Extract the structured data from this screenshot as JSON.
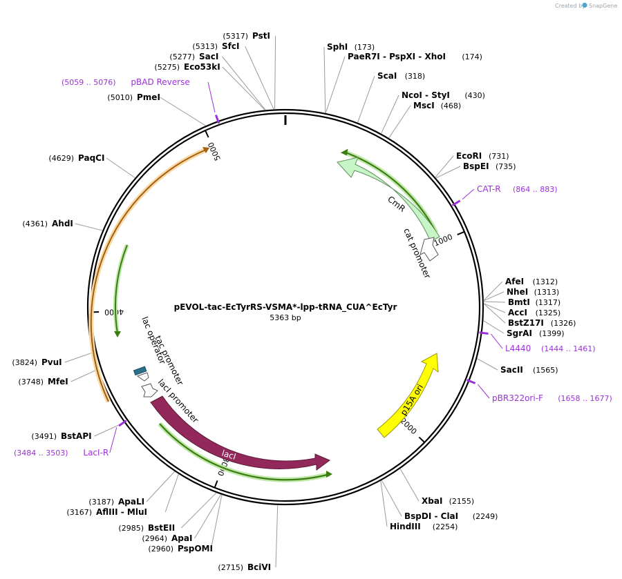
{
  "plasmid": {
    "name": "pEVOL-tac-EcTyrRS-VSMA*-lpp-tRNA_CUA^EcTyr",
    "size_label": "5363 bp",
    "length": 5363
  },
  "credit": {
    "prefix": "Created by",
    "brand": "SnapGene"
  },
  "ticks": [
    {
      "label": "1000",
      "bp": 1000
    },
    {
      "label": "2000",
      "bp": 2000
    },
    {
      "label": "3000",
      "bp": 3000
    },
    {
      "label": "4000",
      "bp": 4000
    },
    {
      "label": "5000",
      "bp": 5000
    }
  ],
  "enzymes": [
    {
      "name": "PstI",
      "pos": "(5317)",
      "bp": 5317
    },
    {
      "name": "SfcI",
      "pos": "(5313)",
      "bp": 5313
    },
    {
      "name": "SacI",
      "pos": "(5277)",
      "bp": 5277
    },
    {
      "name": "Eco53kI",
      "pos": "(5275)",
      "bp": 5275
    },
    {
      "name": "PmeI",
      "pos": "(5010)",
      "bp": 5010
    },
    {
      "name": "PaqCI",
      "pos": "(4629)",
      "bp": 4629
    },
    {
      "name": "AhdI",
      "pos": "(4361)",
      "bp": 4361
    },
    {
      "name": "PvuI",
      "pos": "(3824)",
      "bp": 3824
    },
    {
      "name": "MfeI",
      "pos": "(3748)",
      "bp": 3748
    },
    {
      "name": "BstAPI",
      "pos": "(3491)",
      "bp": 3491
    },
    {
      "name": "ApaLI",
      "pos": "(3187)",
      "bp": 3187
    },
    {
      "name": "AflIII - MluI",
      "pos": "(3167)",
      "bp": 3167
    },
    {
      "name": "BstEII",
      "pos": "(2985)",
      "bp": 2985
    },
    {
      "name": "ApaI",
      "pos": "(2964)",
      "bp": 2964
    },
    {
      "name": "PspOMI",
      "pos": "(2960)",
      "bp": 2960
    },
    {
      "name": "BciVI",
      "pos": "(2715)",
      "bp": 2715
    },
    {
      "name": "HindIII",
      "pos": "(2254)",
      "bp": 2254
    },
    {
      "name": "BspDI - ClaI",
      "pos": "(2249)",
      "bp": 2249
    },
    {
      "name": "XbaI",
      "pos": "(2155)",
      "bp": 2155
    },
    {
      "name": "SacII",
      "pos": "(1565)",
      "bp": 1565
    },
    {
      "name": "SgrAI",
      "pos": "(1399)",
      "bp": 1399
    },
    {
      "name": "BstZ17I",
      "pos": "(1326)",
      "bp": 1326
    },
    {
      "name": "AccI",
      "pos": "(1325)",
      "bp": 1325
    },
    {
      "name": "BmtI",
      "pos": "(1317)",
      "bp": 1317
    },
    {
      "name": "NheI",
      "pos": "(1313)",
      "bp": 1313
    },
    {
      "name": "AfeI",
      "pos": "(1312)",
      "bp": 1312
    },
    {
      "name": "BspEI",
      "pos": "(735)",
      "bp": 735
    },
    {
      "name": "EcoRI",
      "pos": "(731)",
      "bp": 731
    },
    {
      "name": "MscI",
      "pos": "(468)",
      "bp": 468
    },
    {
      "name": "NcoI - StyI",
      "pos": "(430)",
      "bp": 430
    },
    {
      "name": "ScaI",
      "pos": "(318)",
      "bp": 318
    },
    {
      "name": "PaeR7I - PspXI - XhoI",
      "pos": "(174)",
      "bp": 174
    },
    {
      "name": "SphI",
      "pos": "(173)",
      "bp": 173
    }
  ],
  "primers": [
    {
      "name": "pBAD Reverse",
      "pos": "(5059 .. 5076)",
      "bp": 5067
    },
    {
      "name": "CAT-R",
      "pos": "(864 .. 883)",
      "bp": 873
    },
    {
      "name": "L4440",
      "pos": "(1444 .. 1461)",
      "bp": 1452
    },
    {
      "name": "pBR322ori-F",
      "pos": "(1658 .. 1677)",
      "bp": 1667
    },
    {
      "name": "LacI-R",
      "pos": "(3484 .. 3503)",
      "bp": 3493
    }
  ],
  "features": [
    {
      "name": "CmR",
      "color": "#c8f5c8"
    },
    {
      "name": "cat promoter",
      "color": "#ffffff"
    },
    {
      "name": "p15A ori",
      "color": "#ffff00"
    },
    {
      "name": "lacI",
      "color": "#93285a"
    },
    {
      "name": "lacI promoter",
      "color": "#ffffff"
    },
    {
      "name": "lac operator",
      "color": "#2b6f8c"
    },
    {
      "name": "tac promoter",
      "color": "#ffffff"
    }
  ],
  "colors": {
    "primer": "#9b30d9",
    "orf_green": "#3c9a1e",
    "orf_orange": "#e69a2e",
    "backbone": "#000000"
  }
}
